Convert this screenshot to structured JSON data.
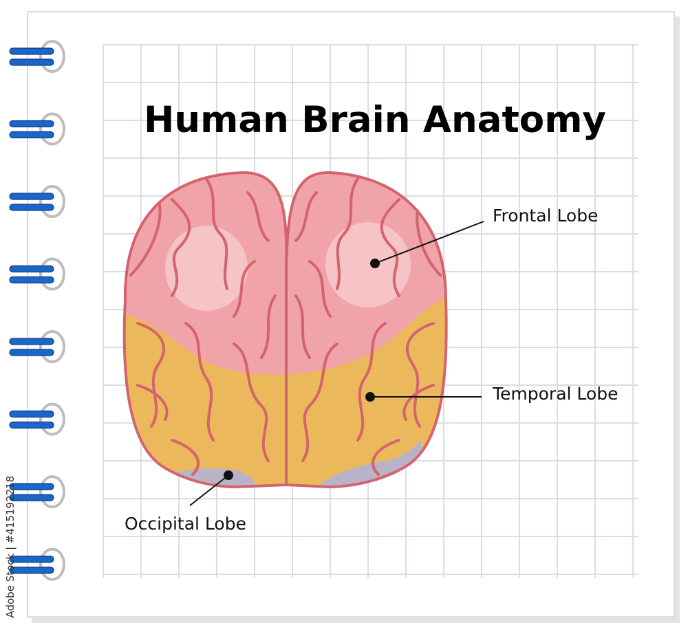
{
  "title": "Human Brain Anatomy",
  "labels": {
    "frontal": "Frontal Lobe",
    "temporal": "Temporal Lobe",
    "occipital": "Occipital Lobe"
  },
  "watermark": "Adobe Stock | #415192218",
  "colors": {
    "frontal": "#f1a3aa",
    "temporal": "#ebb95c",
    "occipital": "#b8b3c6",
    "outline": "#d4636d",
    "grid": "#d9dde3",
    "ring": "#1b66c9"
  },
  "rings": 8
}
